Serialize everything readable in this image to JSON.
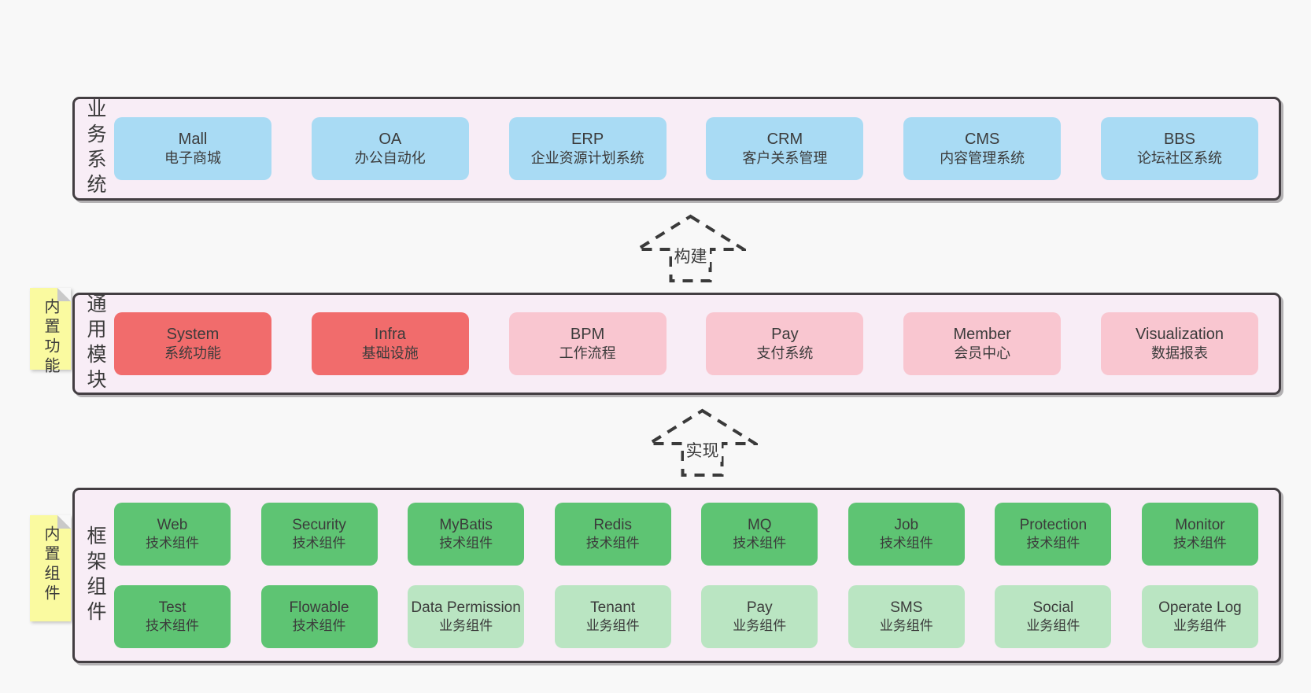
{
  "colors": {
    "page-bg": "#f8f8f8",
    "band-bg": "#f8edf6",
    "band-border": "#433e42",
    "text": "#3b3b3b",
    "box-blue": "#a9dbf4",
    "box-red": "#f16c6c",
    "box-pink": "#f9c6d0",
    "box-green": "#5ec473",
    "box-lightgreen": "#bae5c2",
    "note-yellow": "#fafaa0",
    "note-fold": "#c9c9c9",
    "arrow": "#3a3a3a"
  },
  "arrows": {
    "build": {
      "label": "构建"
    },
    "implement": {
      "label": "实现"
    }
  },
  "bands": {
    "business": {
      "label": "业务系统",
      "boxes": [
        {
          "name": "Mall",
          "desc": "电子商城",
          "variant": "blue"
        },
        {
          "name": "OA",
          "desc": "办公自动化",
          "variant": "blue"
        },
        {
          "name": "ERP",
          "desc": "企业资源计划系统",
          "variant": "blue"
        },
        {
          "name": "CRM",
          "desc": "客户关系管理",
          "variant": "blue"
        },
        {
          "name": "CMS",
          "desc": "内容管理系统",
          "variant": "blue"
        },
        {
          "name": "BBS",
          "desc": "论坛社区系统",
          "variant": "blue"
        }
      ]
    },
    "common": {
      "label": "通用模块",
      "note": "内置功能",
      "boxes": [
        {
          "name": "System",
          "desc": "系统功能",
          "variant": "red"
        },
        {
          "name": "Infra",
          "desc": "基础设施",
          "variant": "red"
        },
        {
          "name": "BPM",
          "desc": "工作流程",
          "variant": "pink"
        },
        {
          "name": "Pay",
          "desc": "支付系统",
          "variant": "pink"
        },
        {
          "name": "Member",
          "desc": "会员中心",
          "variant": "pink"
        },
        {
          "name": "Visualization",
          "desc": "数据报表",
          "variant": "pink"
        }
      ]
    },
    "framework": {
      "label": "框架组件",
      "note": "内置组件",
      "rows": [
        [
          {
            "name": "Web",
            "desc": "技术组件",
            "variant": "green"
          },
          {
            "name": "Security",
            "desc": "技术组件",
            "variant": "green"
          },
          {
            "name": "MyBatis",
            "desc": "技术组件",
            "variant": "green"
          },
          {
            "name": "Redis",
            "desc": "技术组件",
            "variant": "green"
          },
          {
            "name": "MQ",
            "desc": "技术组件",
            "variant": "green"
          },
          {
            "name": "Job",
            "desc": "技术组件",
            "variant": "green"
          },
          {
            "name": "Protection",
            "desc": "技术组件",
            "variant": "green"
          },
          {
            "name": "Monitor",
            "desc": "技术组件",
            "variant": "green"
          }
        ],
        [
          {
            "name": "Test",
            "desc": "技术组件",
            "variant": "green"
          },
          {
            "name": "Flowable",
            "desc": "技术组件",
            "variant": "green"
          },
          {
            "name": "Data Permission",
            "desc": "业务组件",
            "variant": "lightgreen"
          },
          {
            "name": "Tenant",
            "desc": "业务组件",
            "variant": "lightgreen"
          },
          {
            "name": "Pay",
            "desc": "业务组件",
            "variant": "lightgreen"
          },
          {
            "name": "SMS",
            "desc": "业务组件",
            "variant": "lightgreen"
          },
          {
            "name": "Social",
            "desc": "业务组件",
            "variant": "lightgreen"
          },
          {
            "name": "Operate Log",
            "desc": "业务组件",
            "variant": "lightgreen"
          }
        ]
      ]
    }
  }
}
